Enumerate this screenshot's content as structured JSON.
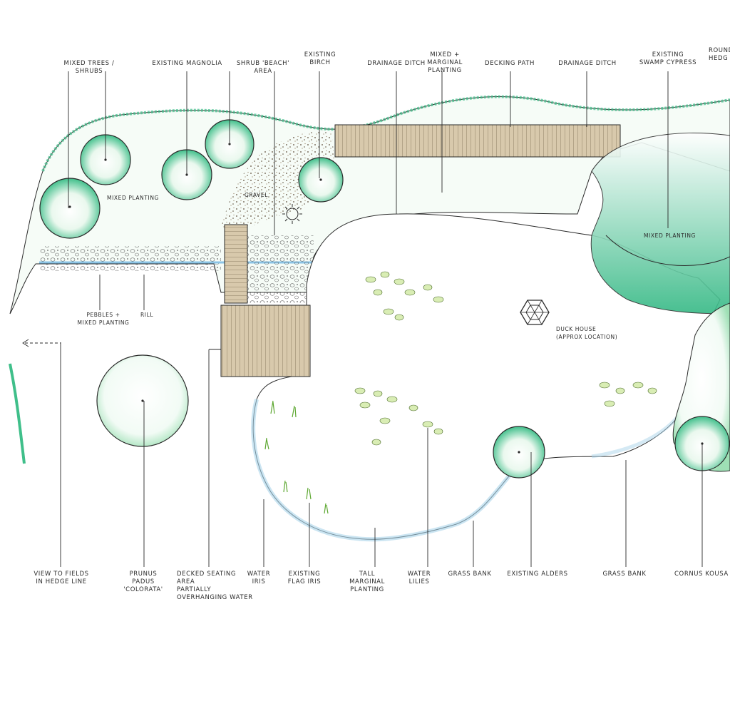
{
  "colors": {
    "ink": "#2a2a2a",
    "foliage": "#3fbf8a",
    "foliage_light": "#b9ecc9",
    "water": "#a9d3ea",
    "decking": "#c9b89a",
    "gravel": "#6b5a44",
    "lily": "#b9d98a"
  },
  "labels": {
    "mixed_trees_shrubs": "Mixed Trees / Shrubs",
    "existing_magnolia": "Existing Magnolia",
    "shrub_beach_area": "Shrub 'Beach' Area",
    "existing_birch_1": "Existing",
    "existing_birch_2": "Birch",
    "drainage_ditch_left": "Drainage Ditch",
    "mixed_marginal_1": "Mixed + Marginal",
    "mixed_marginal_2": "Planting",
    "decking_path": "Decking Path",
    "drainage_ditch_right": "Drainage Ditch",
    "swamp_cypress_1": "Existing",
    "swamp_cypress_2": "Swamp Cypress",
    "round_hedge_1": "Round",
    "round_hedge_2": "Hedg",
    "mixed_planting_left": "Mixed Planting",
    "gravel": "Gravel",
    "mixed_planting_right": "Mixed Planting",
    "pebbles_1": "Pebbles +",
    "pebbles_2": "Mixed Planting",
    "rill": "Rill",
    "duck_house_1": "Duck House",
    "duck_house_2": "(Approx Location)",
    "view_fields_1": "View To Fields",
    "view_fields_2": "In Hedge Line",
    "prunus_1": "Prunus",
    "prunus_2": "Padus",
    "prunus_3": "'Colorata'",
    "decked_1": "Decked Seating",
    "decked_2": "Area",
    "decked_3": "Partially",
    "decked_4": "Overhanging Water",
    "water_iris_1": "Water",
    "water_iris_2": "Iris",
    "flag_iris_1": "Existing",
    "flag_iris_2": "Flag Iris",
    "tall_marginal_1": "Tall",
    "tall_marginal_2": "Marginal",
    "tall_marginal_3": "Planting",
    "water_lilies_1": "Water",
    "water_lilies_2": "Lilies",
    "grass_bank_left": "Grass Bank",
    "existing_alders": "Existing Alders",
    "grass_bank_right": "Grass Bank",
    "cornus": "Cornus Kousa"
  }
}
